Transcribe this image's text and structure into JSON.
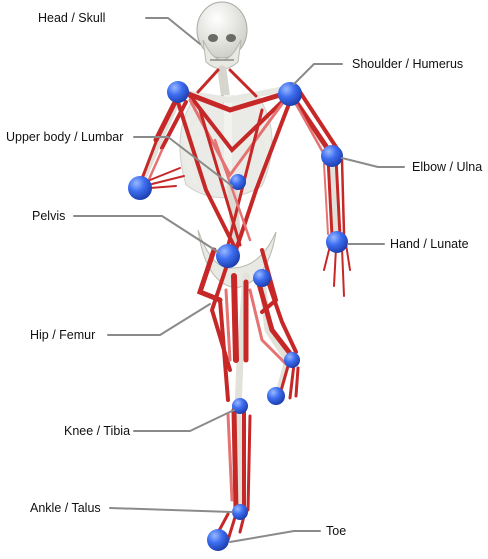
{
  "labels": {
    "head": "Head / Skull",
    "shoulder": "Shoulder / Humerus",
    "upper_body": "Upper body / Lumbar",
    "elbow": "Elbow / Ulna",
    "pelvis": "Pelvis",
    "hand": "Hand / Lunate",
    "hip": "Hip / Femur",
    "knee": "Knee / Tibia",
    "ankle": "Ankle / Talus",
    "toe": "Toe"
  },
  "colors": {
    "bone": "#e9e9e4",
    "muscle": "#c62828",
    "joint_marker": "#2f5fe0",
    "leader_line": "#8a8a8a"
  }
}
